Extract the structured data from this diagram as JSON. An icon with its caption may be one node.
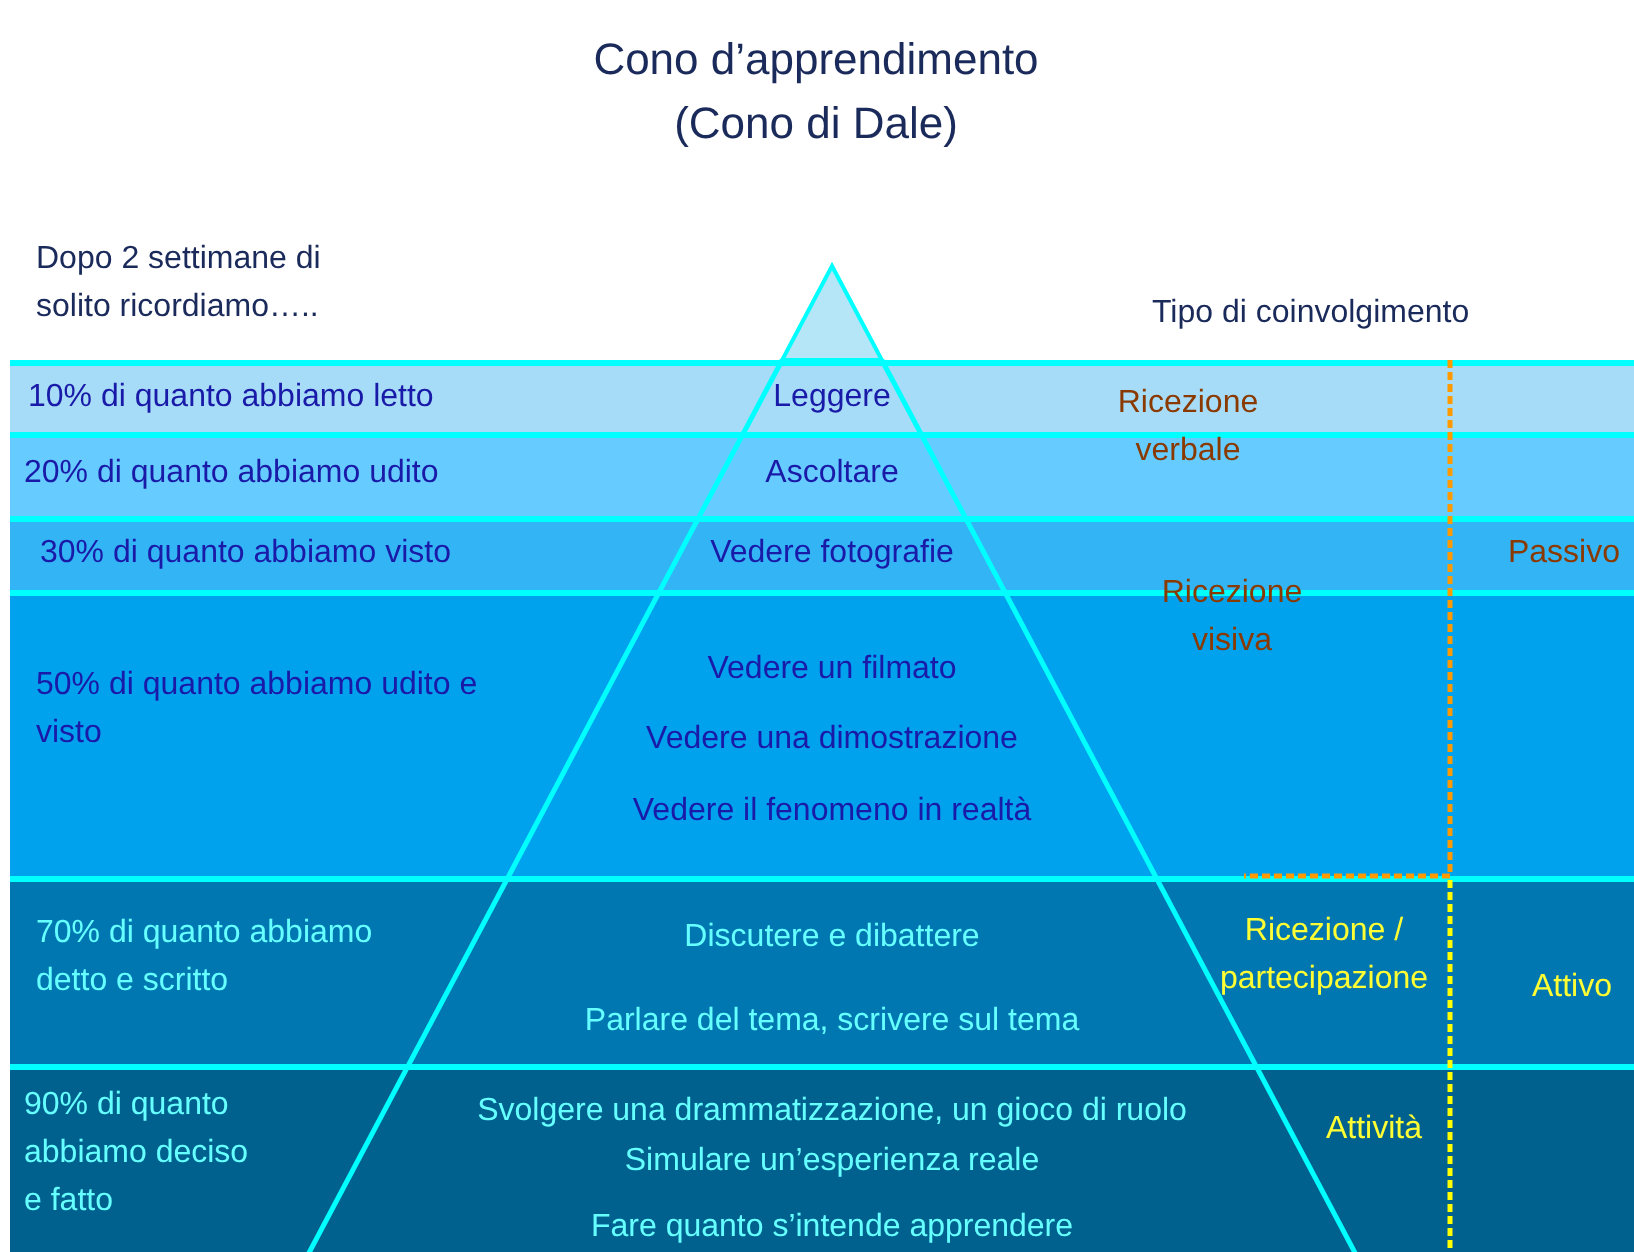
{
  "diagram": {
    "title": "Cono d’apprendimento (Cono di Dale)",
    "nodes": [
      {
        "text": [
          "10% di quanto abbiamo letto",
          "Leggere"
        ]
      },
      {
        "text": [
          "20% di quanto abbiamo udito",
          "Ascoltare"
        ]
      },
      {
        "text": [
          "30% di quanto abbiamo visto",
          "Vedere fotografie"
        ]
      },
      {
        "text": [
          "50% di quanto abbiamo udito e visto",
          "Vedere un filmato",
          "Vedere una dimostrazione",
          "Vedere il fenomeno in realtà"
        ]
      },
      {
        "text": [
          "70% di quanto abbiamo detto e scritto",
          "Discutere e dibattere",
          "Parlare del tema, scrivere sul tema"
        ]
      },
      {
        "text": [
          "90% di quanto abbiamo deciso e fatto",
          "Svolgere una drammatizzazione, un gioco di ruolo",
          "Simulare un’esperienza reale",
          "Fare quanto s’intende apprendere"
        ]
      }
    ],
    "labels": [
      "Dopo 2 settimane di solito ricordiamo…..",
      "Tipo di coinvolgimento",
      "Ricezione verbale",
      "Passivo",
      "Ricezione visiva",
      "Ricezione / partecipazione",
      "Attivo",
      "Attività"
    ]
  }
}
